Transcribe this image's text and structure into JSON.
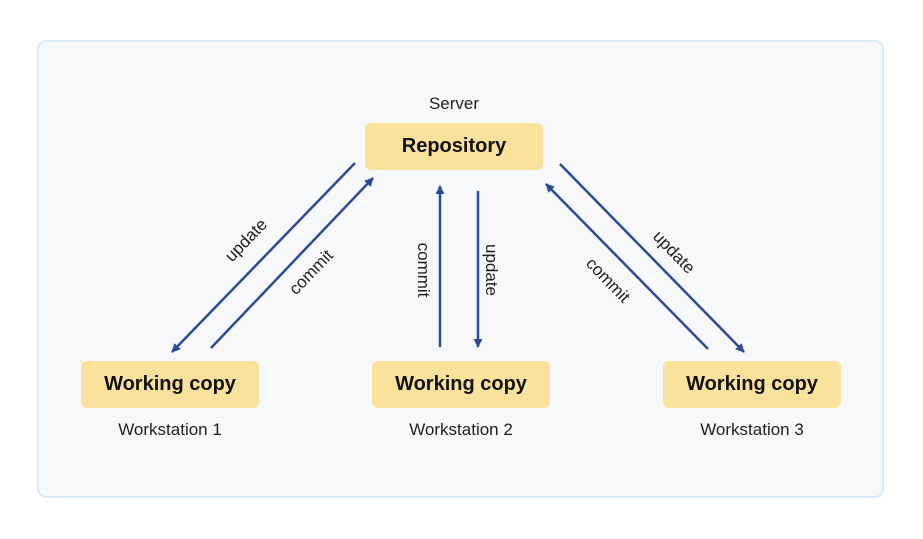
{
  "server": {
    "label": "Server",
    "box_label": "Repository"
  },
  "workstations": [
    {
      "label": "Workstation 1",
      "box_label": "Working copy"
    },
    {
      "label": "Workstation 2",
      "box_label": "Working copy"
    },
    {
      "label": "Workstation 3",
      "box_label": "Working copy"
    }
  ],
  "arrow_labels": {
    "update": "update",
    "commit": "commit"
  },
  "colors": {
    "box_fill": "#fbe29c",
    "arrow": "#2b4c95",
    "panel_border": "#d6ecf7",
    "panel_fill": "#f7f8fa"
  }
}
